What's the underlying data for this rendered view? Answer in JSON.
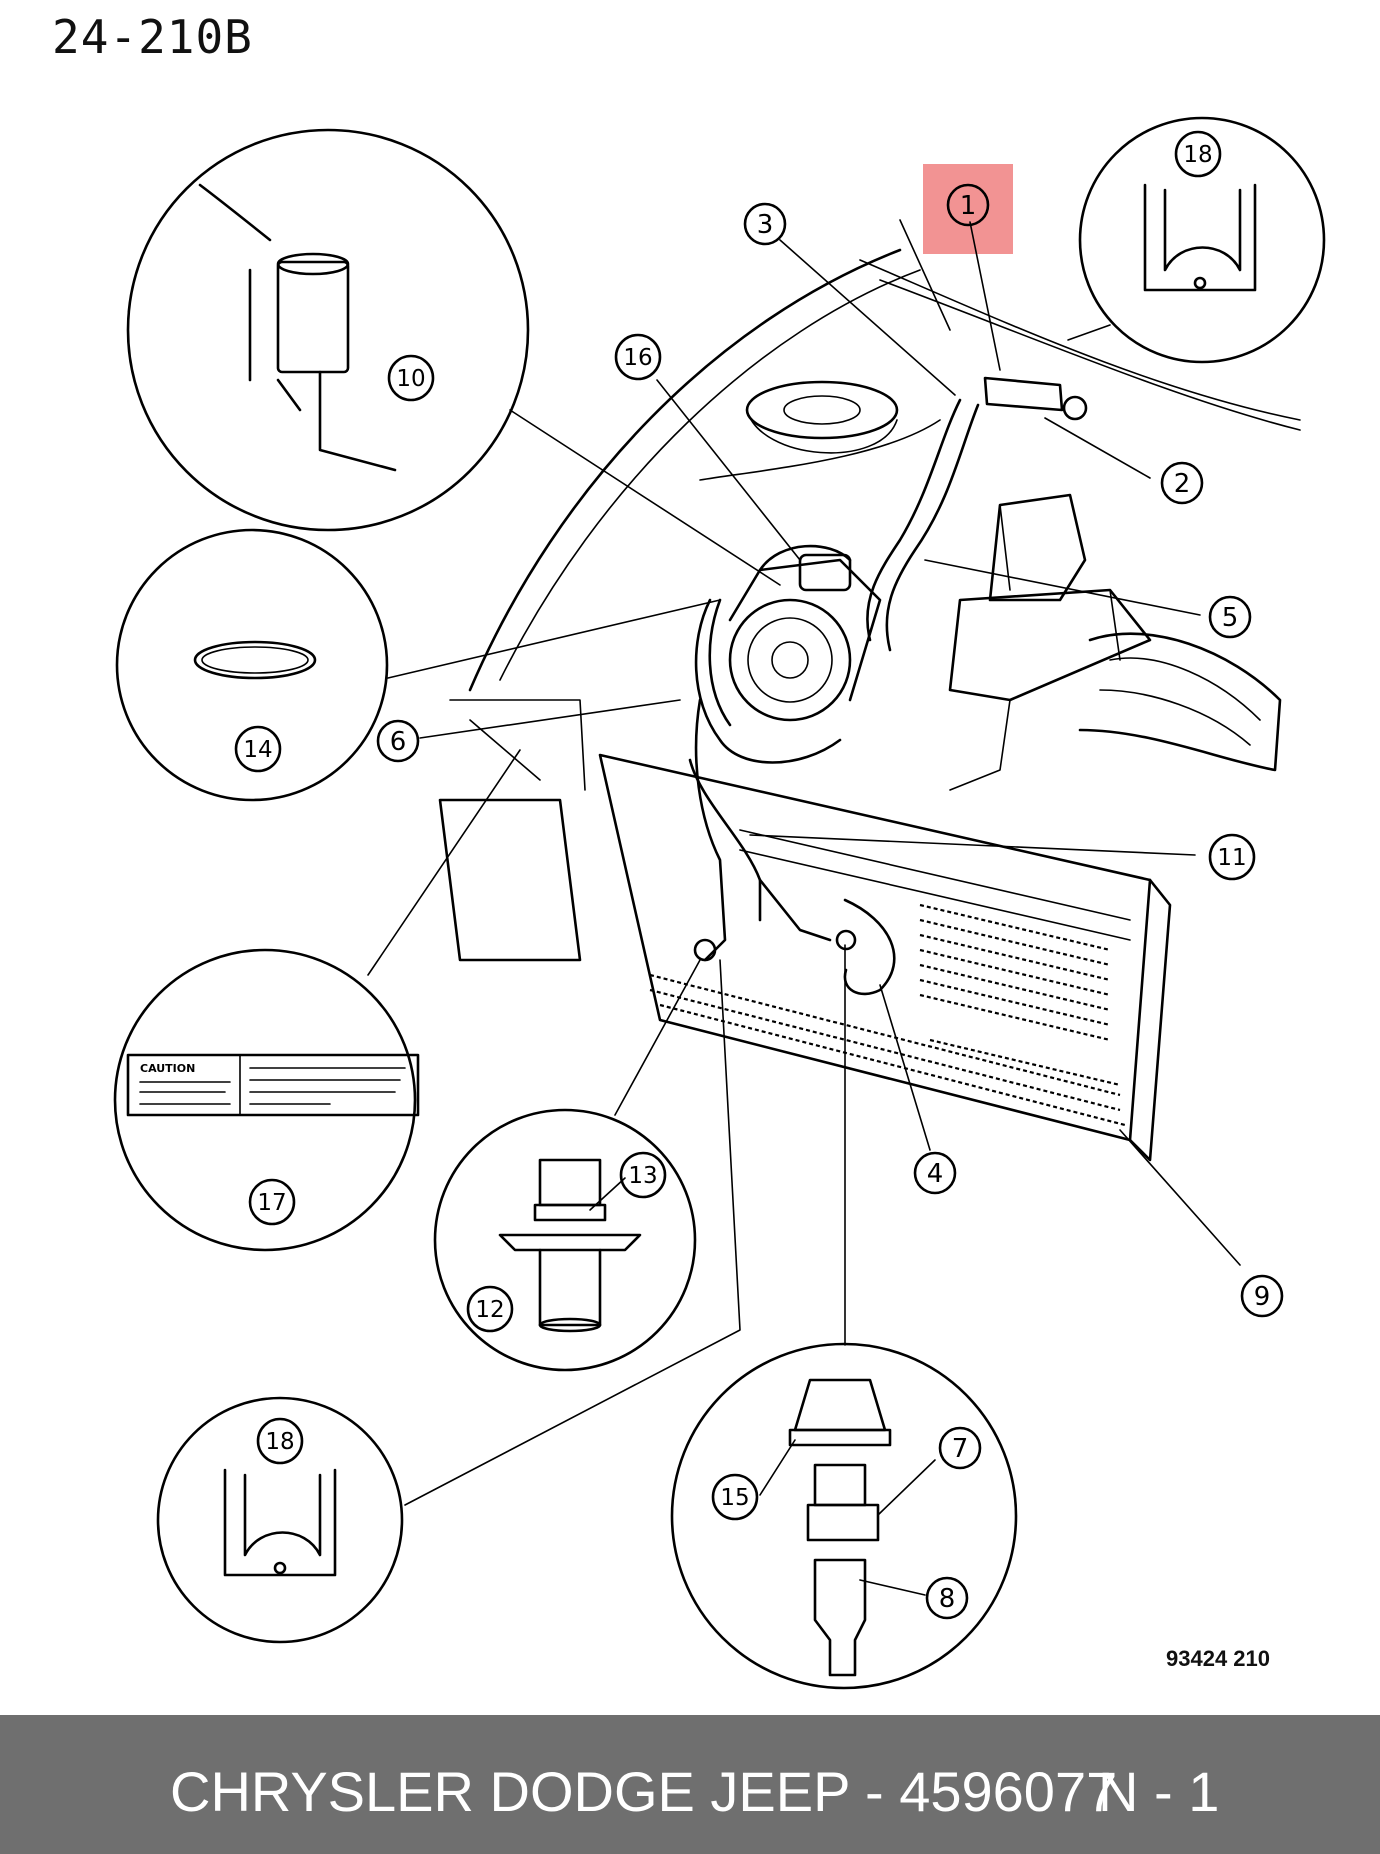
{
  "sheet_id": "24-210B",
  "drawing_number": "93424 210",
  "highlight_callout": "1",
  "callouts": [
    "1",
    "2",
    "3",
    "4",
    "5",
    "6",
    "7",
    "8",
    "9",
    "10",
    "11",
    "12",
    "13",
    "14",
    "15",
    "16",
    "17",
    "18"
  ],
  "caution_label": {
    "heading": "CAUTION"
  },
  "footer": {
    "title": "CHRYSLER DODGE JEEP - 4596077",
    "quantity": "N - 1"
  },
  "colors": {
    "highlight": "#f08080",
    "footer_bg": "#6f6f6f",
    "footer_text": "#ffffff"
  }
}
